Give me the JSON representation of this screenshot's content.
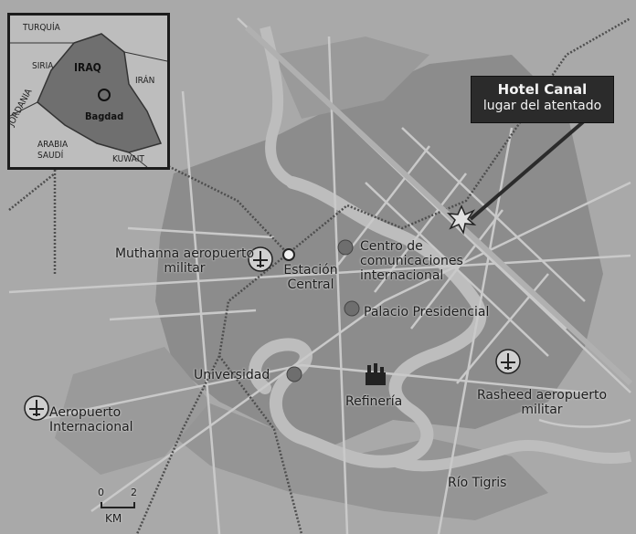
{
  "inset": {
    "countries": [
      "TURQUÍA",
      "SIRIA",
      "IRÁN",
      "JORDANIA",
      "ARABIA SAUDÍ",
      "KUWAIT"
    ],
    "country": "IRAQ",
    "capital": "Bagdad"
  },
  "callout": {
    "title": "Hotel Canal",
    "subtitle": "lugar del atentado"
  },
  "places": {
    "muthanna": "Muthanna aeropuerto militar",
    "estacion": "Estación Central",
    "centro": "Centro de comunicaciones internacional",
    "palacio": "Palacio Presidencial",
    "universidad": "Universidad",
    "refineria": "Refinería",
    "rasheed": "Rasheed aeropuerto militar",
    "aeropuerto": "Aeropuerto Internacional",
    "rio": "Río Tigris"
  },
  "scale": {
    "min_label": "0",
    "max_label": "2",
    "unit": "KM"
  },
  "colors": {
    "urban": "#8a8a8a",
    "background": "#a9a9a9",
    "river": "#b9b9b9",
    "rail": "#555555",
    "callout": "#2b2b2b"
  },
  "icons": [
    "airport-icon",
    "railway-station-icon",
    "landmark-dot-icon",
    "refinery-icon",
    "explosion-icon"
  ]
}
